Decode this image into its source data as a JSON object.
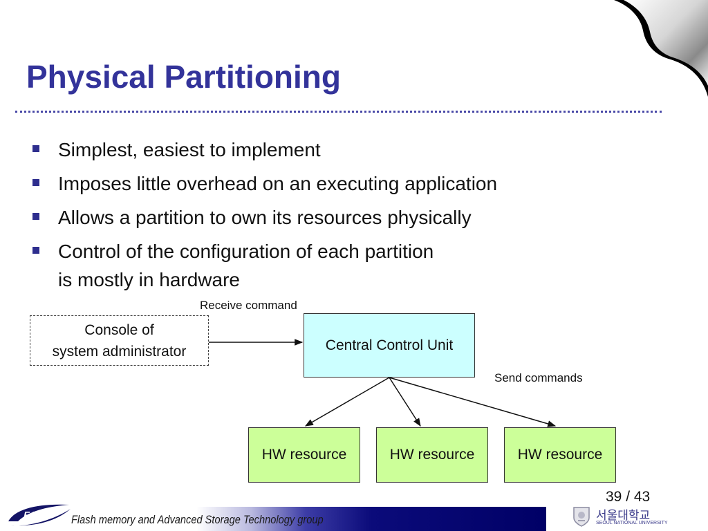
{
  "slide": {
    "title": "Physical Partitioning",
    "bullets": [
      {
        "lines": [
          "Simplest, easiest to implement"
        ]
      },
      {
        "lines": [
          "Imposes little overhead on an executing application"
        ]
      },
      {
        "lines": [
          "Allows a partition to own its resources physically"
        ]
      },
      {
        "lines": [
          "Control of the configuration of each partition",
          "is mostly in hardware"
        ]
      }
    ]
  },
  "diagram": {
    "console_label_line1": "Console of",
    "console_label_line2": "system administrator",
    "central_unit_label": "Central Control Unit",
    "receive_label": "Receive command",
    "send_label": "Send commands",
    "hw_resources": [
      "HW resource",
      "HW resource",
      "HW resource"
    ],
    "colors": {
      "central_unit_fill": "#ccffff",
      "hw_fill": "#ccff99",
      "title": "#33339a"
    }
  },
  "footer": {
    "logo_text": "FAST",
    "group_name": "Flash memory and Advanced Storage Technology group",
    "page_number": "39 / 43",
    "university_korean": "서울대학교",
    "university_english": "SEOUL NATIONAL UNIVERSITY"
  }
}
